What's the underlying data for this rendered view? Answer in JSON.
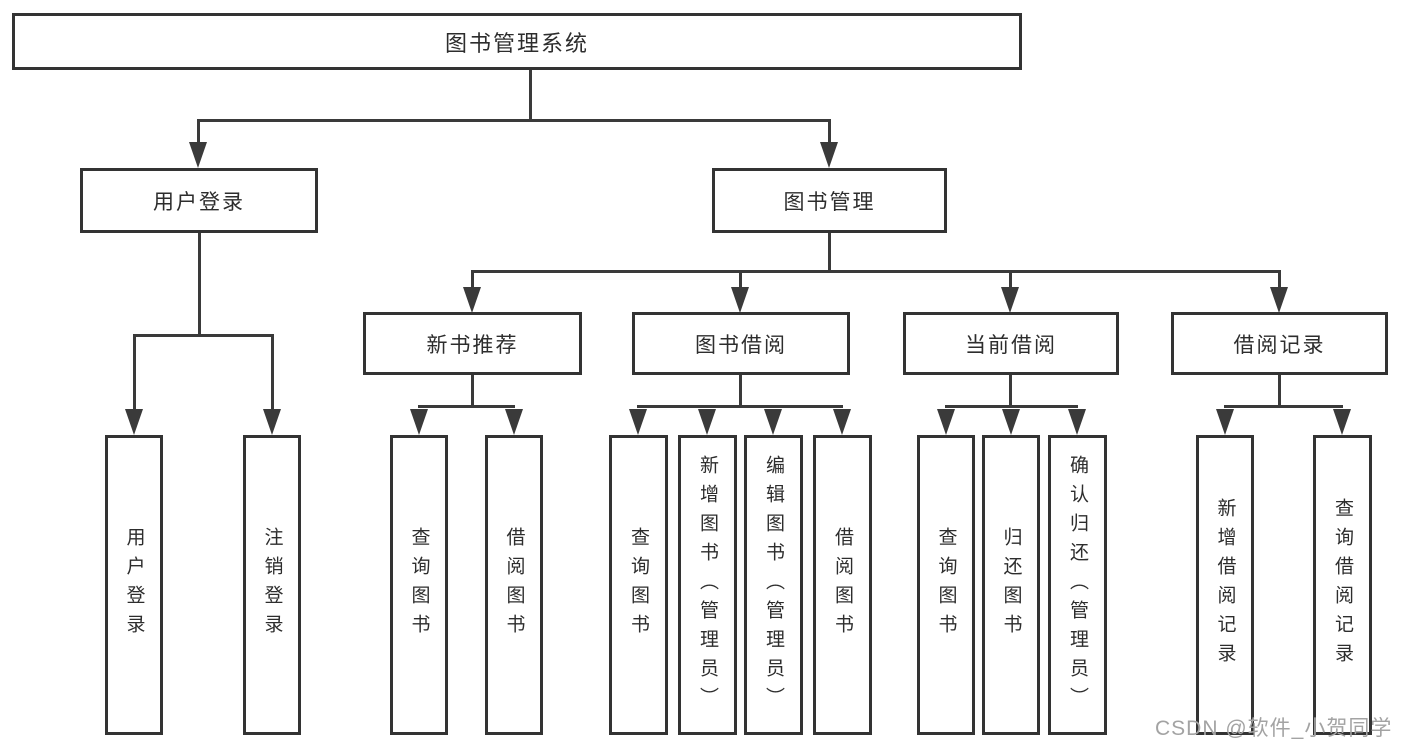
{
  "colors": {
    "line": "#3a3a3a",
    "box_border": "#333333",
    "text": "#2d2d2d",
    "watermark": "#a3a3a3",
    "background": "#ffffff"
  },
  "watermark": {
    "text": "CSDN @软件_小贺同学"
  },
  "tree": {
    "root": {
      "label": "图书管理系统",
      "children": [
        {
          "label": "用户登录",
          "children": [
            {
              "label": "用户登录"
            },
            {
              "label": "注销登录"
            }
          ]
        },
        {
          "label": "图书管理",
          "children": [
            {
              "label": "新书推荐",
              "children": [
                {
                  "label": "查询图书"
                },
                {
                  "label": "借阅图书"
                }
              ]
            },
            {
              "label": "图书借阅",
              "children": [
                {
                  "label": "查询图书"
                },
                {
                  "label": "新增图书（管理员）"
                },
                {
                  "label": "编辑图书（管理员）"
                },
                {
                  "label": "借阅图书"
                }
              ]
            },
            {
              "label": "当前借阅",
              "children": [
                {
                  "label": "查询图书"
                },
                {
                  "label": "归还图书"
                },
                {
                  "label": "确认归还（管理员）"
                }
              ]
            },
            {
              "label": "借阅记录",
              "children": [
                {
                  "label": "新增借阅记录"
                },
                {
                  "label": "查询借阅记录"
                }
              ]
            }
          ]
        }
      ]
    }
  }
}
